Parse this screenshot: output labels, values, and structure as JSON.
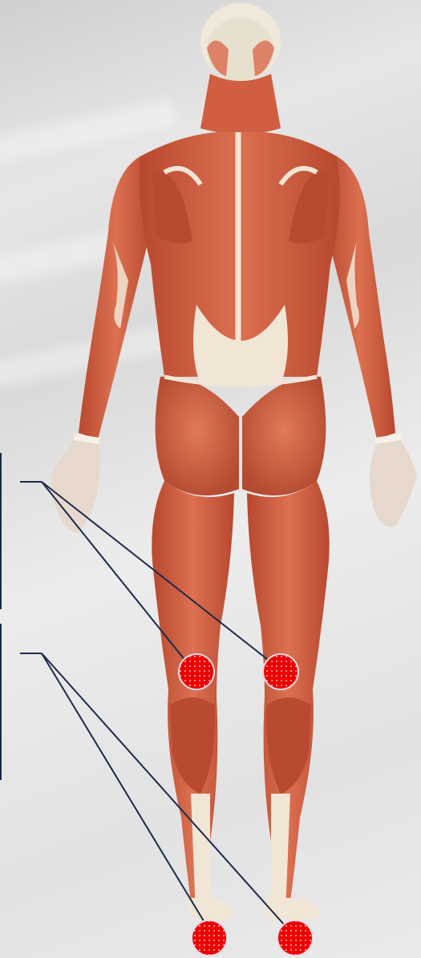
{
  "figure": {
    "subject": "human-muscular-system-posterior-view",
    "colors": {
      "muscle": "#cf5d42",
      "muscle_dark": "#a63d28",
      "muscle_light": "#e58a6a",
      "tendon": "#f1e6d6",
      "skin_head": "#efe9dc",
      "marker_fill": "#ee0000",
      "marker_ring": "#e8dbe6",
      "leader_line": "#1b2a4a"
    }
  },
  "callouts": [
    {
      "id": "upper-group",
      "marker_count": 2,
      "label": ""
    },
    {
      "id": "lower-group",
      "marker_count": 2,
      "label": ""
    }
  ]
}
